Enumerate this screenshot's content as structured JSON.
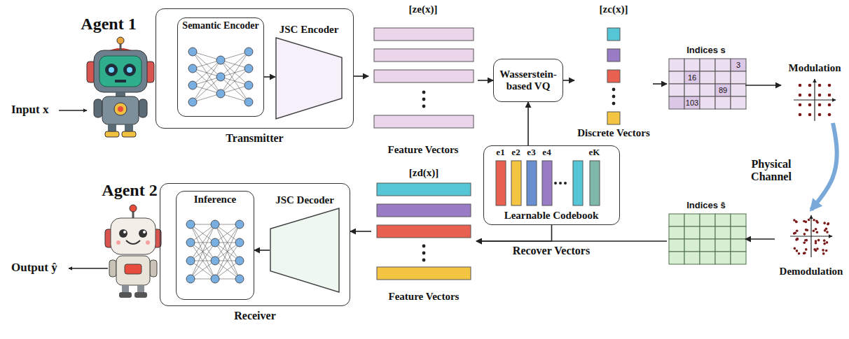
{
  "diagram": {
    "nodes": [
      {
        "text": [
          "Agent 1"
        ]
      },
      {
        "text": [
          "Transmitter"
        ]
      },
      {
        "text": [
          "Semantic Encoder"
        ],
        "in": 1
      },
      {
        "text": [
          "JSC Encoder"
        ],
        "in": 1
      },
      {
        "text": [
          "[ze(x)]",
          "Feature Vectors"
        ]
      },
      {
        "text": [
          "Wasserstein-based VQ"
        ]
      },
      {
        "text": [
          "[zc(x)]",
          "Discrete Vectors"
        ]
      },
      {
        "text": [
          "Indices s",
          "3",
          "16",
          "89",
          "103"
        ]
      },
      {
        "text": [
          "Modulation"
        ]
      },
      {
        "text": [
          "e1",
          "e2",
          "e3",
          "e4",
          "eK",
          "Learnable Codebook"
        ]
      },
      {
        "text": [
          "Indices ŝ"
        ]
      },
      {
        "text": [
          "Demodulation"
        ]
      },
      {
        "text": [
          "[zd(x)]",
          "Feature Vectors"
        ]
      },
      {
        "text": [
          "Agent 2"
        ]
      },
      {
        "text": [
          "Receiver"
        ]
      },
      {
        "text": [
          "Inference"
        ],
        "in": 14
      },
      {
        "text": [
          "JSC Decoder"
        ],
        "in": 14
      }
    ],
    "edges": [
      {
        "from": 2,
        "to": 3,
        "arrow": "to"
      },
      {
        "from": 1,
        "to": 4,
        "arrow": "to"
      },
      {
        "from": 4,
        "to": 5,
        "arrow": "to"
      },
      {
        "from": 5,
        "to": 6,
        "arrow": "to"
      },
      {
        "from": 9,
        "to": 5,
        "arrow": "to"
      },
      {
        "from": 6,
        "to": 7,
        "arrow": "to"
      },
      {
        "from": 7,
        "to": 8,
        "arrow": "to"
      },
      {
        "from": 8,
        "to": 11,
        "label": "Physical Channel",
        "arrow": "to"
      },
      {
        "from": 11,
        "to": 10,
        "arrow": "to"
      },
      {
        "from": 10,
        "to": 12,
        "label": "Recover Vectors",
        "arrow": "to"
      },
      {
        "from": 9,
        "to": 12,
        "arrow": "to"
      },
      {
        "from": 12,
        "to": 14,
        "arrow": "to"
      },
      {
        "from": 16,
        "to": 15,
        "arrow": "to"
      }
    ],
    "labels": [
      "Input x",
      "Output ŷ"
    ]
  }
}
